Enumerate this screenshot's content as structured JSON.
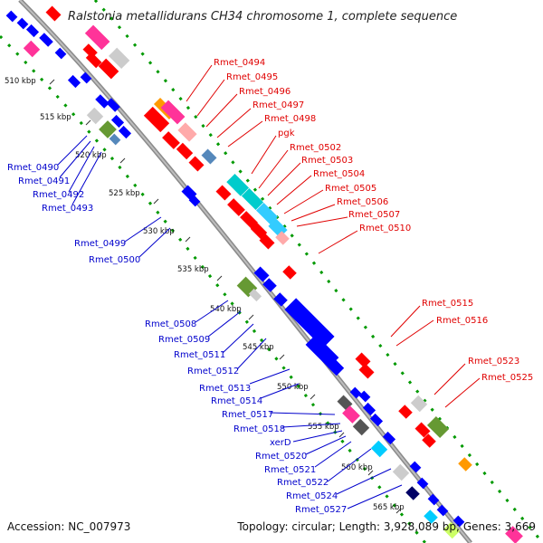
{
  "title": "Ralstonia metallidurans CH34 chromosome 1, complete sequence",
  "footer": {
    "accession": "Accession: NC_007973",
    "summary": "Topology: circular; Length: 3,928,089 bp; Genes: 3,669"
  },
  "kbp_labels": [
    "510 kbp",
    "515 kbp",
    "520 kbp",
    "525 kbp",
    "530 kbp",
    "535 kbp",
    "540 kbp",
    "545 kbp",
    "550 kbp",
    "555 kbp",
    "560 kbp",
    "565 kbp"
  ],
  "forward_genes": [
    "Rmet_0494",
    "Rmet_0495",
    "Rmet_0496",
    "Rmet_0497",
    "Rmet_0498",
    "pgk",
    "Rmet_0502",
    "Rmet_0503",
    "Rmet_0504",
    "Rmet_0505",
    "Rmet_0506",
    "Rmet_0507",
    "Rmet_0510",
    "Rmet_0515",
    "Rmet_0516",
    "Rmet_0523",
    "Rmet_0525"
  ],
  "reverse_genes": [
    "Rmet_0490",
    "Rmet_0491",
    "Rmet_0492",
    "Rmet_0493",
    "Rmet_0499",
    "Rmet_0500",
    "Rmet_0508",
    "Rmet_0509",
    "Rmet_0511",
    "Rmet_0512",
    "Rmet_0513",
    "Rmet_0514",
    "Rmet_0517",
    "Rmet_0518",
    "xerD",
    "Rmet_0520",
    "Rmet_0521",
    "Rmet_0522",
    "Rmet_0524",
    "Rmet_0527"
  ],
  "colors": {
    "forward": "#ff0000",
    "reverse": "#0000ff",
    "backbone": "#999999",
    "gc_dots": "#009900",
    "forward_label": "#e00000",
    "reverse_label": "#0000cc"
  }
}
